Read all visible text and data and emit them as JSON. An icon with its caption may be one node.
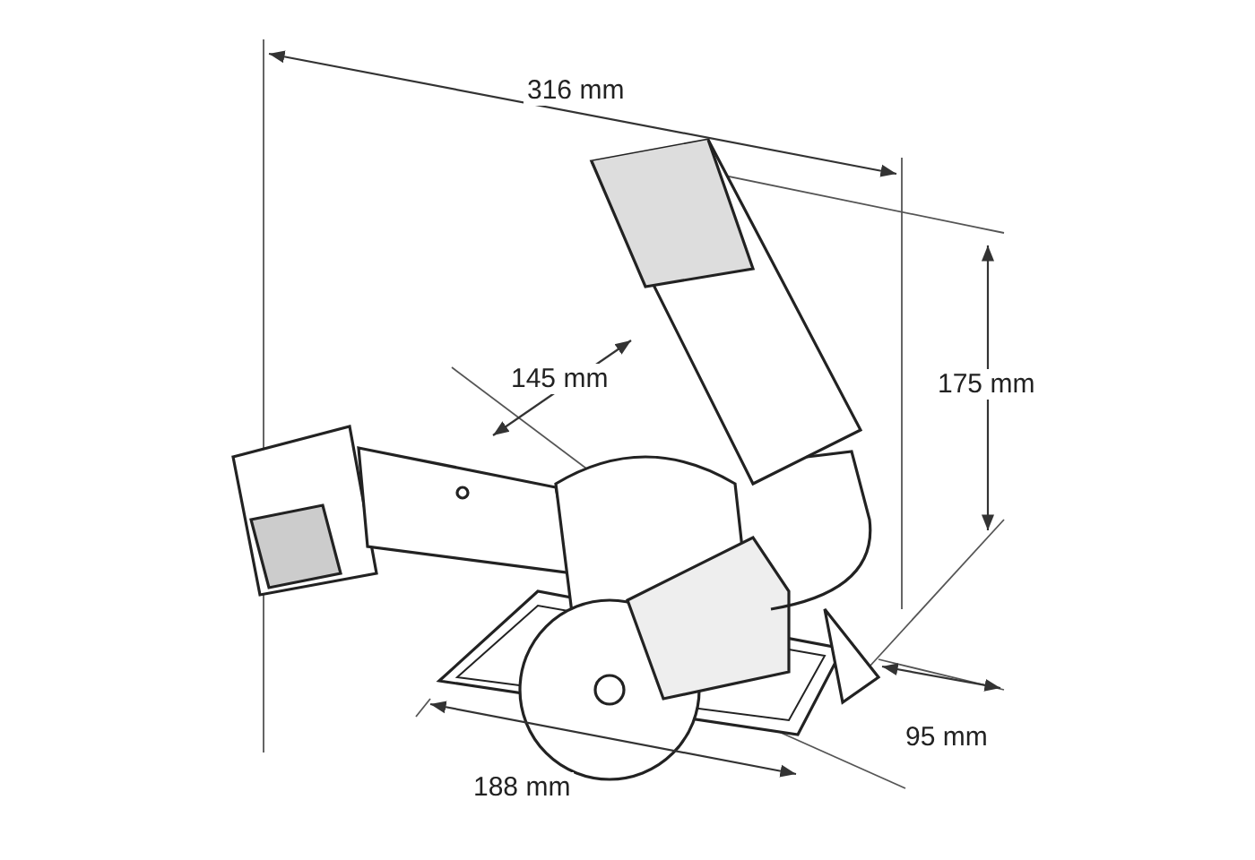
{
  "diagram": {
    "labels": [
      "316 mm",
      "145 mm",
      "175 mm",
      "95 mm",
      "188 mm"
    ]
  }
}
